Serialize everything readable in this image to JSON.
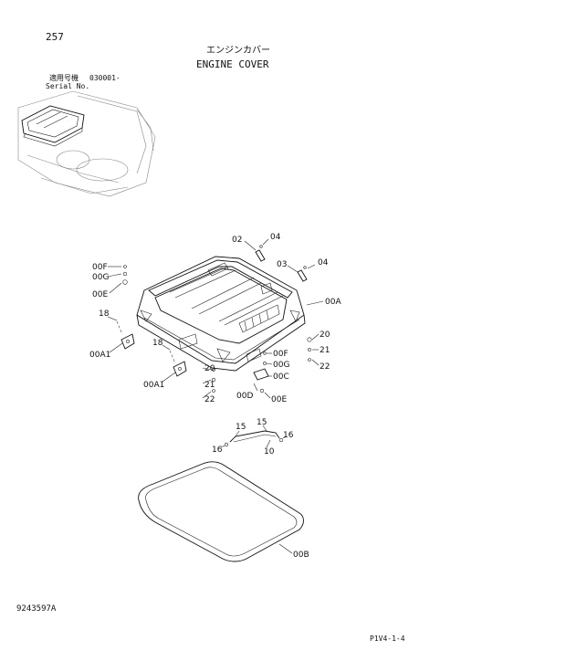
{
  "header": {
    "page_number": "257",
    "title_jp": "エンジンカバー",
    "title_en": "ENGINE COVER",
    "serial_label_jp": "適用号機",
    "serial_label_en": "Serial No.",
    "serial_value": "030001-"
  },
  "footer": {
    "drawing_number": "9243597A",
    "page_code": "P1V4-1-4"
  },
  "callouts": {
    "c02": "02",
    "c04a": "04",
    "c03": "03",
    "c04b": "04",
    "c00F_left": "00F",
    "c00G_left": "00G",
    "c00E_left": "00E",
    "c18_left": "18",
    "c00A1_left": "00A1",
    "c18_mid": "18",
    "c00A1_mid": "00A1",
    "c20_mid": "20",
    "c21_mid": "21",
    "c22_mid": "22",
    "c00A": "00A",
    "c20_right": "20",
    "c21_right": "21",
    "c22_right": "22",
    "c00F_right": "00F",
    "c00G_right": "00G",
    "c00C": "00C",
    "c00D": "00D",
    "c00E_right": "00E",
    "c15a": "15",
    "c15b": "15",
    "c16a": "16",
    "c16b": "16",
    "c10": "10",
    "c00B": "00B"
  }
}
